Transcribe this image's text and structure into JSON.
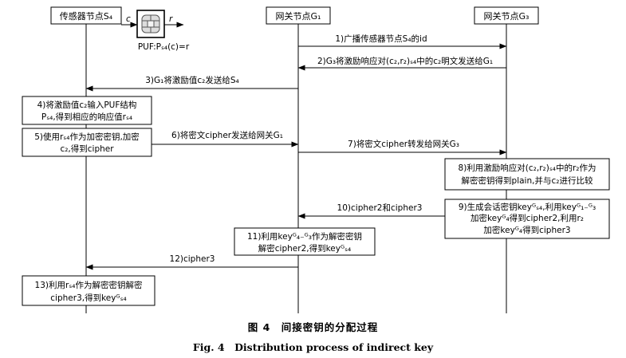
{
  "nodes": {
    "s4": "传感器节点S₄",
    "g1": "网关节点G₁",
    "g3": "网关节点G₃"
  },
  "puf": {
    "c": "c",
    "r": "r",
    "caption": "PUF:Pₛ₄(c)=r"
  },
  "steps": [
    "1)广播传感器节点S₄的id",
    "2)G₃将激励响应对(c₂,r₂)ₛ₄中的c₂明文发送给G₁",
    "3)G₁将激励值c₂发送给S₄",
    "6)将密文cipher发送给网关G₁",
    "7)将密文cipher转发给网关G₃",
    "10)cipher2和cipher3",
    "12)cipher3"
  ],
  "boxes": {
    "b4": [
      "4)将激励值c₂输入PUF结构",
      "Pₛ₄,得到相应的响应值rₛ₄"
    ],
    "b5": [
      "5)使用rₛ₄作为加密密钥,加密",
      "c₂,得到cipher"
    ],
    "b8": [
      "8)利用激励响应对(c₂,r₂)ₛ₄中的r₂作为",
      "解密密钥得到plain,并与c₂进行比较"
    ],
    "b9": [
      "9)生成会话密钥keyᴳₛ₄,利用keyᴳ₁₋ᴳ₃",
      "加密keyᴳ₄得到cipher2,利用r₂",
      "加密keyᴳ₄得到cipher3"
    ],
    "b11": [
      "11)利用keyᴳ₄₋ᴳ₃作为解密密钥",
      "解密cipher2,得到keyᴳₛ₄"
    ],
    "b13": [
      "13)利用rₛ₄作为解密密钥解密",
      "cipher3,得到keyᴳₛ₄"
    ]
  },
  "caption": {
    "cn": "图 4　间接密钥的分配过程",
    "en": "Fig. 4　Distribution process of indirect key"
  }
}
